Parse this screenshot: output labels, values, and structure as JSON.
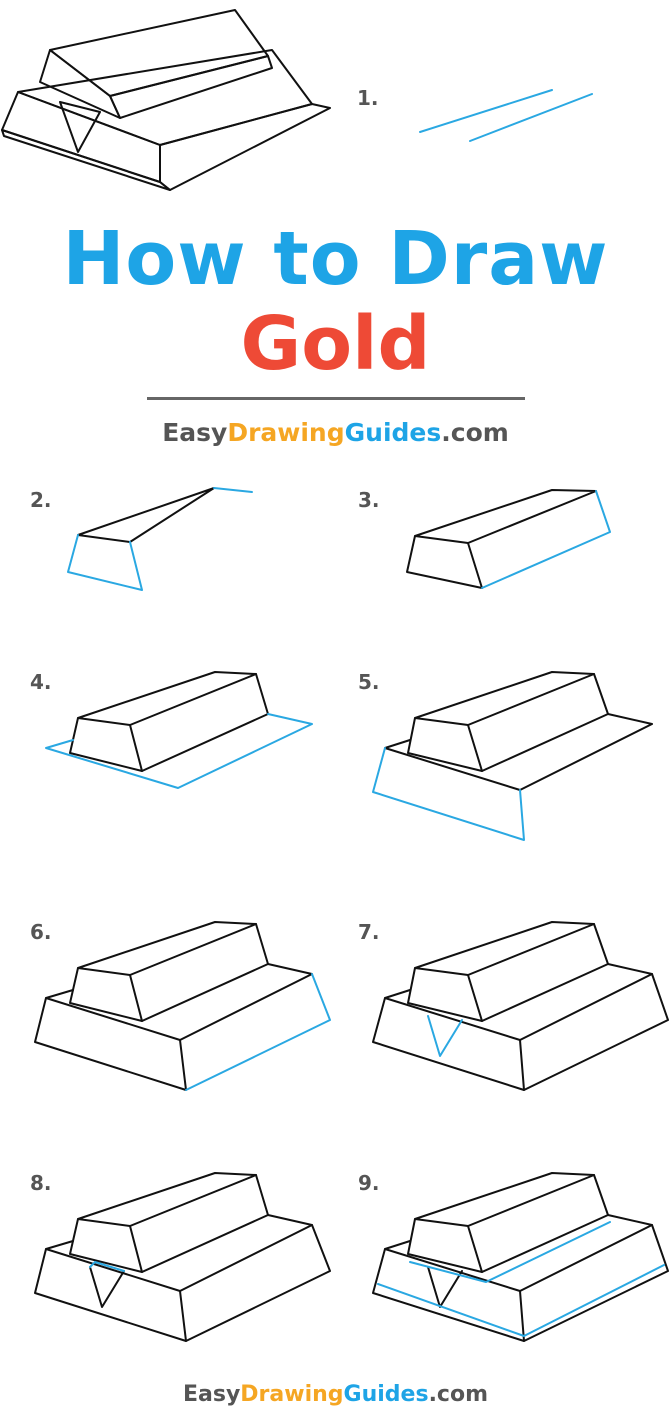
{
  "title": {
    "line1": "How to Draw",
    "line2": "Gold"
  },
  "brand": {
    "part1": "Easy",
    "part2": "Drawing",
    "part3": "Guides",
    "part4": ".com"
  },
  "steps": [
    "1.",
    "2.",
    "3.",
    "4.",
    "5.",
    "6.",
    "7.",
    "8.",
    "9."
  ],
  "colors": {
    "title_blue": "#1ea4e6",
    "title_red": "#ee4a36",
    "guide_blue": "#2aa8e2",
    "gold": "#f5c518"
  }
}
